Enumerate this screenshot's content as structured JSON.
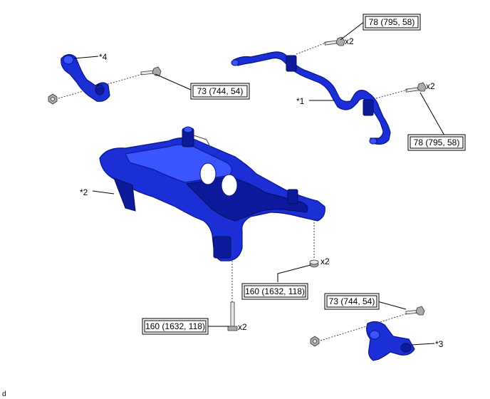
{
  "callouts": {
    "part1": "*1",
    "part2": "*2",
    "part3": "*3",
    "part4": "*4"
  },
  "torque_specs": {
    "stabilizer_top": "78 (795, 58)",
    "stabilizer_right": "78 (795, 58)",
    "arm_left": "73 (744, 54)",
    "arm_right": "73 (744, 54)",
    "crossmember_nut": "160 (1632, 118)",
    "crossmember_bolt": "160 (1632, 118)"
  },
  "quantities": {
    "stabilizer_top": "x2",
    "stabilizer_right": "x2",
    "crossmember_nut": "x2",
    "crossmember_bolt": "x2"
  },
  "corner_mark": "d",
  "colors": {
    "part_blue": "#1a2fd6",
    "outline": "#000000"
  }
}
